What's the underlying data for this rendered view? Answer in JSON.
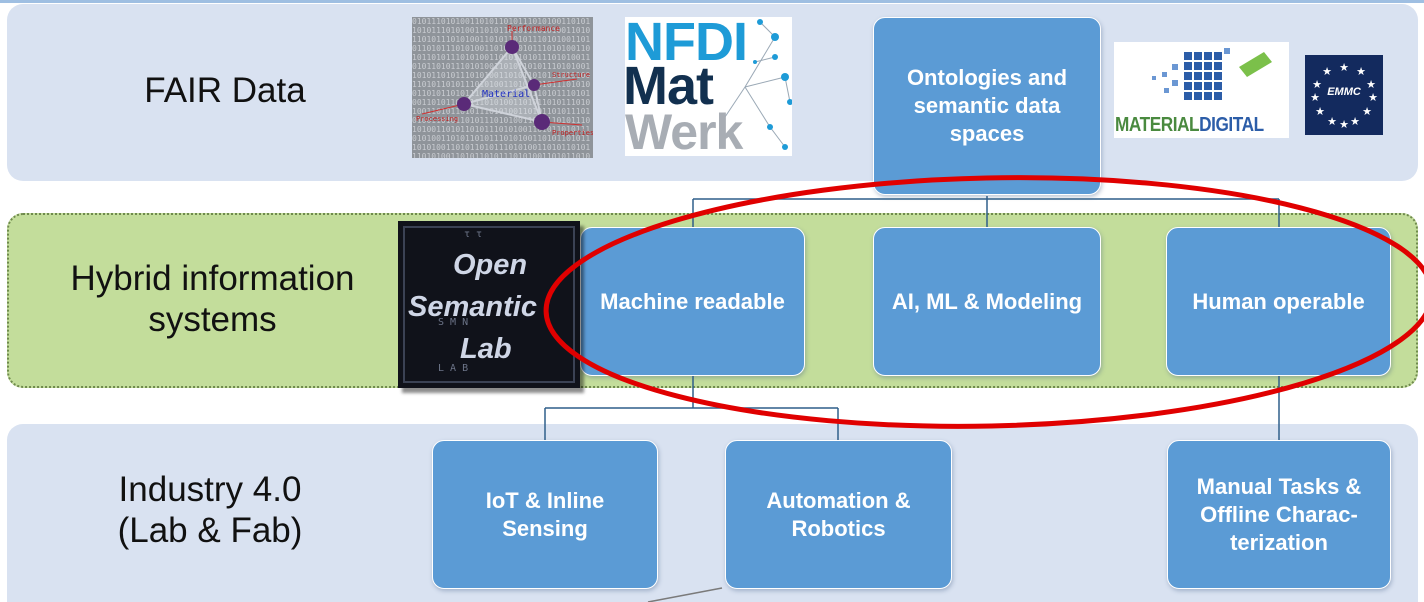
{
  "bands": {
    "fair": {
      "label": "FAIR Data"
    },
    "hybrid": {
      "label": "Hybrid information\nsystems"
    },
    "industry": {
      "label": "Industry 4.0\n(Lab & Fab)"
    }
  },
  "boxes": {
    "ontologies": "Ontologies and semantic data spaces",
    "machine": "Machine readable",
    "ai": "AI, ML & Modeling",
    "human": "Human operable",
    "iot": "IoT & Inline Sensing",
    "automation": "Automation & Robotics",
    "manual": "Manual Tasks & Offline Charac-\nterization"
  },
  "logos": {
    "material_tetrahedron": {
      "icon": "material-tetrahedron-logo",
      "texts": [
        "Performance",
        "Material",
        "Structure",
        "Processing",
        "Properties"
      ]
    },
    "nfdi_matwerk": {
      "icon": "nfdi-matwerk-logo",
      "texts": [
        "NFDI",
        "Mat",
        "Werk"
      ]
    },
    "material_digital": {
      "icon": "material-digital-logo",
      "text_a": "MATERIAL",
      "text_b": "DIGITAL"
    },
    "emmc": {
      "icon": "emmc-logo",
      "text": "EMMC"
    },
    "open_semantic_lab": {
      "icon": "open-semantic-lab-logo",
      "texts": [
        "Open",
        "Semantic",
        "Lab"
      ]
    }
  },
  "colors": {
    "box_fill": "#5b9bd5",
    "band_blue": "#d9e2f1",
    "band_green": "#c3dd9b",
    "connector": "#2f5f8a",
    "ellipse": "#e00000"
  }
}
